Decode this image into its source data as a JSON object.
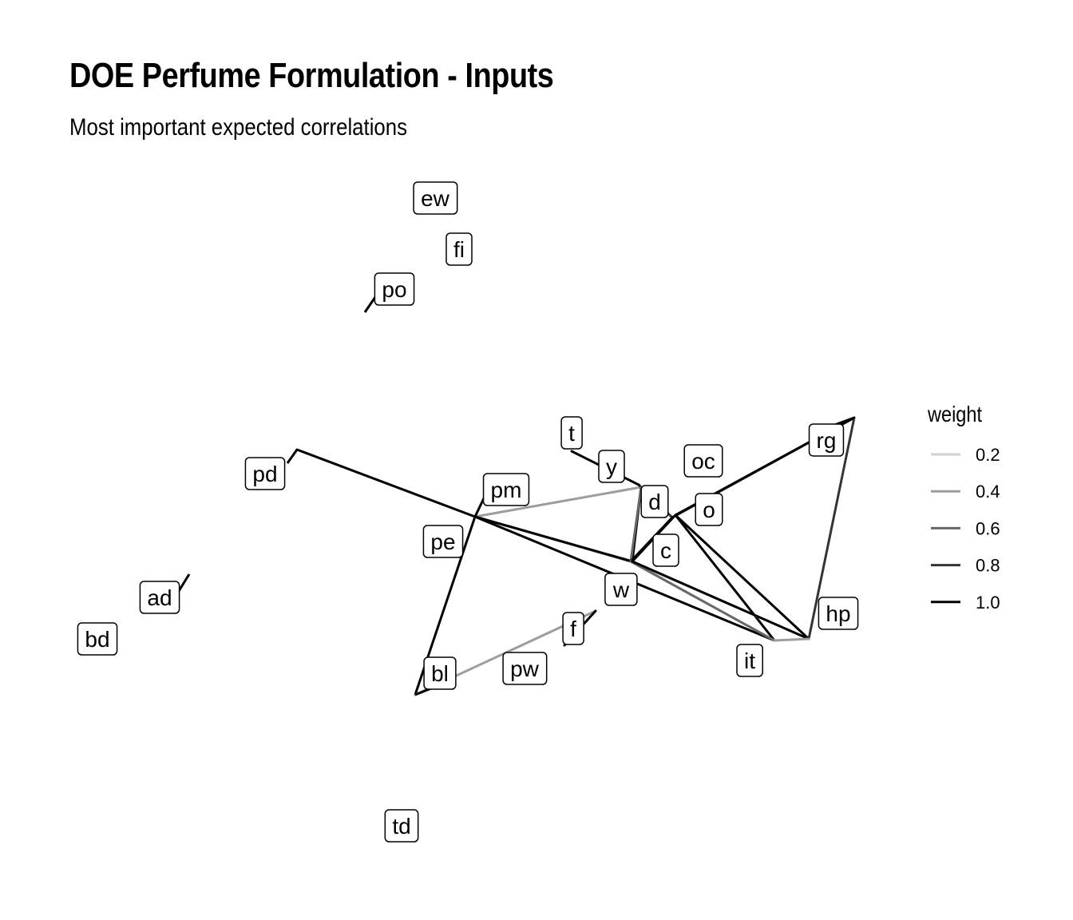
{
  "title": "DOE Perfume Formulation - Inputs",
  "subtitle": "Most important expected correlations",
  "legend": {
    "title": "weight",
    "items": [
      {
        "label": "0.2",
        "value": 0.2
      },
      {
        "label": "0.4",
        "value": 0.4
      },
      {
        "label": "0.6",
        "value": 0.6
      },
      {
        "label": "0.8",
        "value": 0.8
      },
      {
        "label": "1.0",
        "value": 1.0
      }
    ]
  },
  "nodes": [
    "ew",
    "fi",
    "po",
    "t",
    "y",
    "oc",
    "rg",
    "pd",
    "pm",
    "d",
    "o",
    "pe",
    "c",
    "ad",
    "w",
    "hp",
    "bd",
    "f",
    "it",
    "pw",
    "bl",
    "td"
  ],
  "edges": [
    {
      "from": "pd",
      "to": "pm",
      "weight": 1.0
    },
    {
      "from": "pm",
      "to": "bl",
      "weight": 1.0
    },
    {
      "from": "pm",
      "to": "d",
      "weight": 0.4
    },
    {
      "from": "pm",
      "to": "c",
      "weight": 0.6
    },
    {
      "from": "pm",
      "to": "w",
      "weight": 1.0
    },
    {
      "from": "pm",
      "to": "it",
      "weight": 1.0
    },
    {
      "from": "bl",
      "to": "f",
      "weight": 0.4
    },
    {
      "from": "f",
      "to": "pw",
      "weight": 1.0
    },
    {
      "from": "t",
      "to": "y",
      "weight": 1.0
    },
    {
      "from": "y",
      "to": "d",
      "weight": 1.0
    },
    {
      "from": "d",
      "to": "w",
      "weight": 1.0
    },
    {
      "from": "d",
      "to": "oc",
      "weight": 0.8
    },
    {
      "from": "d",
      "to": "c",
      "weight": 0.6
    },
    {
      "from": "oc",
      "to": "rg",
      "weight": 0.8
    },
    {
      "from": "rg",
      "to": "o",
      "weight": 1.0
    },
    {
      "from": "rg",
      "to": "hp",
      "weight": 0.8
    },
    {
      "from": "o",
      "to": "w",
      "weight": 1.0
    },
    {
      "from": "o",
      "to": "hp",
      "weight": 1.0
    },
    {
      "from": "o",
      "to": "it",
      "weight": 1.0
    },
    {
      "from": "oc",
      "to": "c",
      "weight": 1.0
    },
    {
      "from": "c",
      "to": "hp",
      "weight": 0.2
    },
    {
      "from": "c",
      "to": "it",
      "weight": 0.6
    },
    {
      "from": "w",
      "to": "hp",
      "weight": 1.0
    },
    {
      "from": "hp",
      "to": "it",
      "weight": 0.4
    }
  ]
}
